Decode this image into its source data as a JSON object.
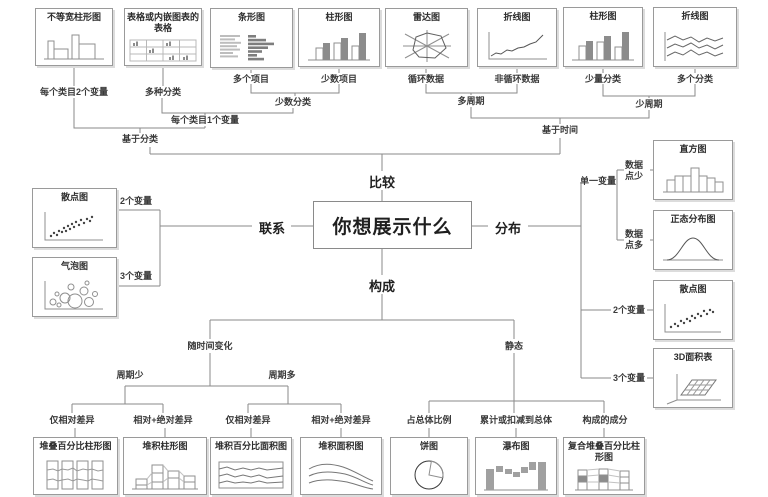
{
  "center_question": "你想展示什么",
  "branches": {
    "top": "比较",
    "left": "联系",
    "right": "分布",
    "bottom": "构成"
  },
  "comparison": {
    "charts": [
      {
        "title": "不等宽柱形图",
        "label": "每个类目2个变量"
      },
      {
        "title": "表格或内嵌图表的表格",
        "label": "多种分类"
      },
      {
        "title": "条形图",
        "label": "多个项目"
      },
      {
        "title": "柱形图",
        "label": "少数项目"
      },
      {
        "title": "雷达图",
        "label": "循环数据"
      },
      {
        "title": "折线图",
        "label": "非循环数据"
      },
      {
        "title": "柱形图",
        "label": "少量分类"
      },
      {
        "title": "折线图",
        "label": "多个分类"
      }
    ],
    "groups": {
      "few_categories": "少数分类",
      "one_variable_per_category": "每个类目1个变量",
      "based_on_category": "基于分类",
      "many_periods": "多周期",
      "few_periods": "少周期",
      "based_on_time": "基于时间"
    }
  },
  "relationship": {
    "charts": [
      {
        "title": "散点图",
        "label": "2个变量"
      },
      {
        "title": "气泡图",
        "label": "3个变量"
      }
    ]
  },
  "distribution": {
    "single_variable": "单一变量",
    "few_data_points": "数据点少",
    "many_data_points": "数据点多",
    "charts": [
      {
        "title": "直方图"
      },
      {
        "title": "正态分布图"
      },
      {
        "title": "散点图",
        "label": "2个变量"
      },
      {
        "title": "3D面积表",
        "label": "3个变量"
      }
    ]
  },
  "composition": {
    "changing_over_time": "随时间变化",
    "static": "静态",
    "few_periods": "周期少",
    "many_periods": "周期多",
    "charts": [
      {
        "title": "堆叠百分比柱形图",
        "label": "仅相对差异"
      },
      {
        "title": "堆积柱形图",
        "label": "相对+绝对差异"
      },
      {
        "title": "堆积百分比面积图",
        "label": "仅相对差异"
      },
      {
        "title": "堆积面积图",
        "label": "相对+绝对差异"
      },
      {
        "title": "饼图",
        "label": "占总体比例"
      },
      {
        "title": "瀑布图",
        "label": "累计或扣减到总体"
      },
      {
        "title": "复合堆叠百分比柱形图",
        "label": "构成的成分"
      }
    ]
  },
  "colors": {
    "connector_line": "#8a8a8a",
    "box_border": "#9a9a9a",
    "box_shadow": "#dcdcdc",
    "text": "#2d2d2d",
    "solid_bar_fill": "#8c8c8c",
    "pie_wedge_fill": "#161616",
    "background": "#ffffff"
  }
}
